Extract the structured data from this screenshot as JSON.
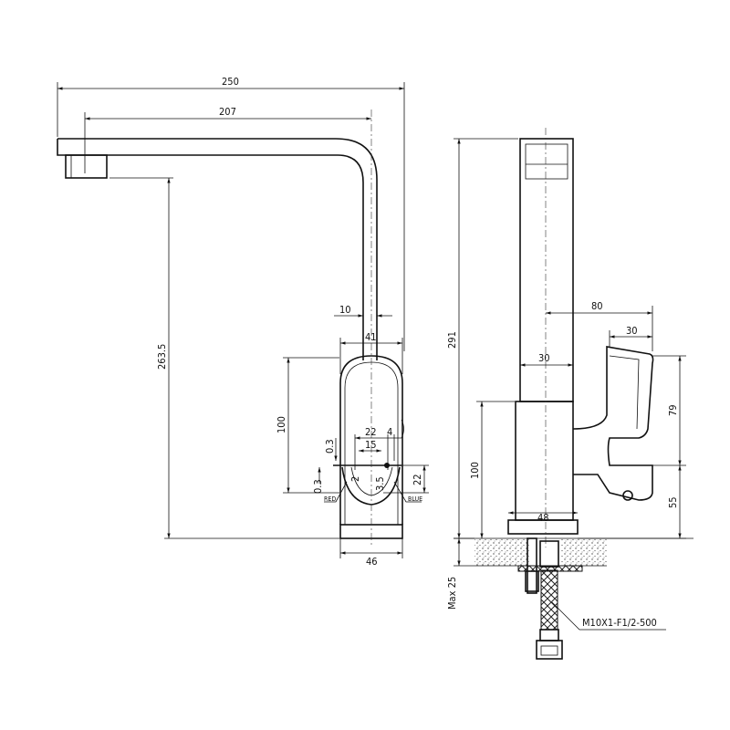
{
  "title": "Kitchen faucet technical drawing",
  "front_view": {
    "dim_overall_length": "250",
    "dim_spout_reach": "207",
    "dim_spout_height": "263.5",
    "dim_spout_width": "10",
    "dim_body_width": "41",
    "dim_body_height": "100",
    "dim_handle_22": "22",
    "dim_handle_4": "4",
    "dim_handle_15": "15",
    "dim_0_3_top": "0.3",
    "dim_0_3_bottom": "0.3",
    "dim_2": "2",
    "dim_3_5": "3.5",
    "dim_22_vertical": "22",
    "label_red": "RED",
    "label_blue": "BLUE",
    "dim_base_width": "46"
  },
  "side_view": {
    "dim_total_height": "291",
    "dim_80": "80",
    "dim_handle_30": "30",
    "dim_column_30": "30",
    "dim_79": "79",
    "dim_body_100": "100",
    "dim_55": "55",
    "dim_base_48": "48",
    "dim_max_counter": "Max 25",
    "hose_spec": "M10X1-F1/2-500"
  }
}
